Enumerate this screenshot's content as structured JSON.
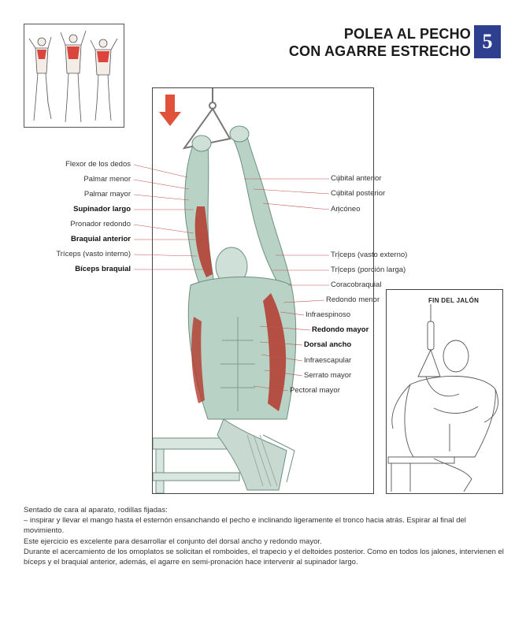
{
  "header": {
    "title_line1": "POLEA AL PECHO",
    "title_line2": "CON AGARRE ESTRECHO",
    "number": "5"
  },
  "side_panel": {
    "title": "FIN DEL JALÓN"
  },
  "labels_left": [
    {
      "text": "Flexor de los dedos",
      "bold": false
    },
    {
      "text": "Palmar menor",
      "bold": false
    },
    {
      "text": "Palmar mayor",
      "bold": false
    },
    {
      "text": "Supinador largo",
      "bold": true
    },
    {
      "text": "Pronador redondo",
      "bold": false
    },
    {
      "text": "Braquial anterior",
      "bold": true
    },
    {
      "text": "Tríceps (vasto interno)",
      "bold": false
    },
    {
      "text": "Bíceps braquial",
      "bold": true
    }
  ],
  "labels_right": [
    {
      "text": "Cubital anterior",
      "bold": false
    },
    {
      "text": "Cubital posterior",
      "bold": false
    },
    {
      "text": "Ancóneo",
      "bold": false
    },
    {
      "text": "Tríceps (vasto externo)",
      "bold": false
    },
    {
      "text": "Tríceps (porción larga)",
      "bold": false
    },
    {
      "text": "Coracobraquial",
      "bold": false
    },
    {
      "text": "Redondo menor",
      "bold": false
    },
    {
      "text": "Infraespinoso",
      "bold": false
    },
    {
      "text": "Redondo mayor",
      "bold": true
    },
    {
      "text": "Dorsal ancho",
      "bold": true
    },
    {
      "text": "Infraescapular",
      "bold": false
    },
    {
      "text": "Serrato mayor",
      "bold": false
    },
    {
      "text": "Pectoral mayor",
      "bold": false
    }
  ],
  "description": {
    "line1": "Sentado de cara al aparato, rodillas fijadas:",
    "line2": "– inspirar y llevar el mango hasta el esternón ensanchando el pecho e inclinando ligeramente el tronco hacia atrás. Espirar al final del movimiento.",
    "line3": "Este ejercicio es excelente para desarrollar el conjunto del dorsal ancho y redondo mayor.",
    "line4": "Durante el acercamiento de los omoplatos se solicitan el romboides, el trapecio y el deltoides posterior. Como en todos los jalones, intervienen el bíceps y el braquial anterior, además, el agarre en semi-pronación hace intervenir al supinador largo."
  },
  "colors": {
    "badge": "#2f3f8f",
    "muscle_red": "#b3392c",
    "arrow": "#e0533a",
    "muscle_green": "#9bbcae"
  }
}
